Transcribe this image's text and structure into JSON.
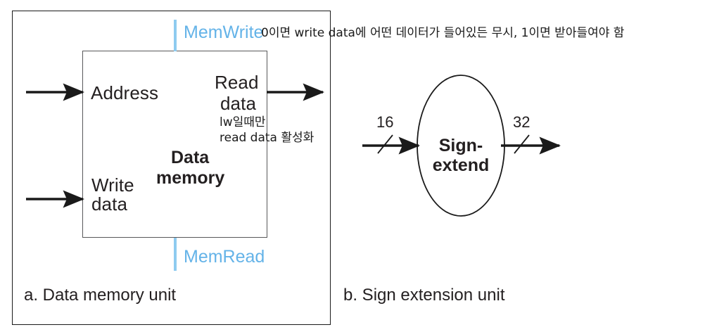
{
  "figure": {
    "panel_a": {
      "caption": "a. Data memory unit",
      "block_title_line1": "Data",
      "block_title_line2": "memory",
      "ports": {
        "address": "Address",
        "write_data_line1": "Write",
        "write_data_line2": "data",
        "read_data_line1": "Read",
        "read_data_line2": "data"
      },
      "controls": {
        "mem_write": "MemWrite",
        "mem_read": "MemRead"
      },
      "annotations": {
        "mem_write_note": "0이면 write data에 어떤 데이터가 들어있든 무시, 1이면 받아들여야 함",
        "read_data_note_line1": "lw일때만",
        "read_data_note_line2": "read data 활성화"
      }
    },
    "panel_b": {
      "caption": "b. Sign extension unit",
      "block_title_line1": "Sign-",
      "block_title_line2": "extend",
      "input_width": "16",
      "output_width": "32"
    },
    "colors": {
      "control_blue": "#64b3e8",
      "control_line_blue": "#8ecbf0",
      "ink": "#231f20",
      "box_stroke": "#58585a",
      "frame_stroke": "#1a1a1a"
    }
  }
}
